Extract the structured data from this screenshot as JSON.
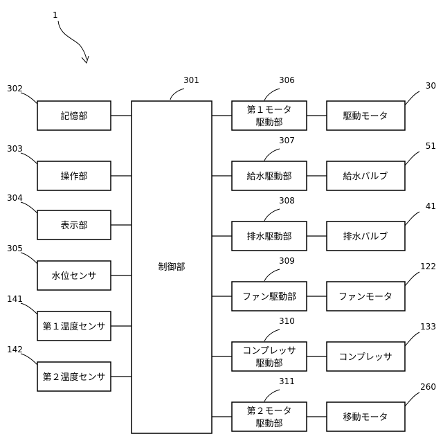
{
  "figure_number": "1",
  "controller": {
    "label": "制御部",
    "ref": "301"
  },
  "inputs": [
    {
      "label": "記憶部",
      "ref": "302"
    },
    {
      "label": "操作部",
      "ref": "303"
    },
    {
      "label": "表示部",
      "ref": "304"
    },
    {
      "label": "水位センサ",
      "ref": "305"
    },
    {
      "label": "第１温度センサ",
      "ref": "141"
    },
    {
      "label": "第２温度センサ",
      "ref": "142"
    }
  ],
  "drivers": [
    {
      "label": [
        "第１モータ",
        "駆動部"
      ],
      "ref": "306"
    },
    {
      "label": [
        "給水駆動部"
      ],
      "ref": "307"
    },
    {
      "label": [
        "排水駆動部"
      ],
      "ref": "308"
    },
    {
      "label": [
        "ファン駆動部"
      ],
      "ref": "309"
    },
    {
      "label": [
        "コンプレッサ",
        "駆動部"
      ],
      "ref": "310"
    },
    {
      "label": [
        "第２モータ",
        "駆動部"
      ],
      "ref": "311"
    }
  ],
  "actuators": [
    {
      "label": "駆動モータ",
      "ref": "30"
    },
    {
      "label": "給水バルブ",
      "ref": "51"
    },
    {
      "label": "排水バルブ",
      "ref": "41"
    },
    {
      "label": "ファンモータ",
      "ref": "122"
    },
    {
      "label": "コンプレッサ",
      "ref": "133"
    },
    {
      "label": "移動モータ",
      "ref": "260"
    }
  ]
}
